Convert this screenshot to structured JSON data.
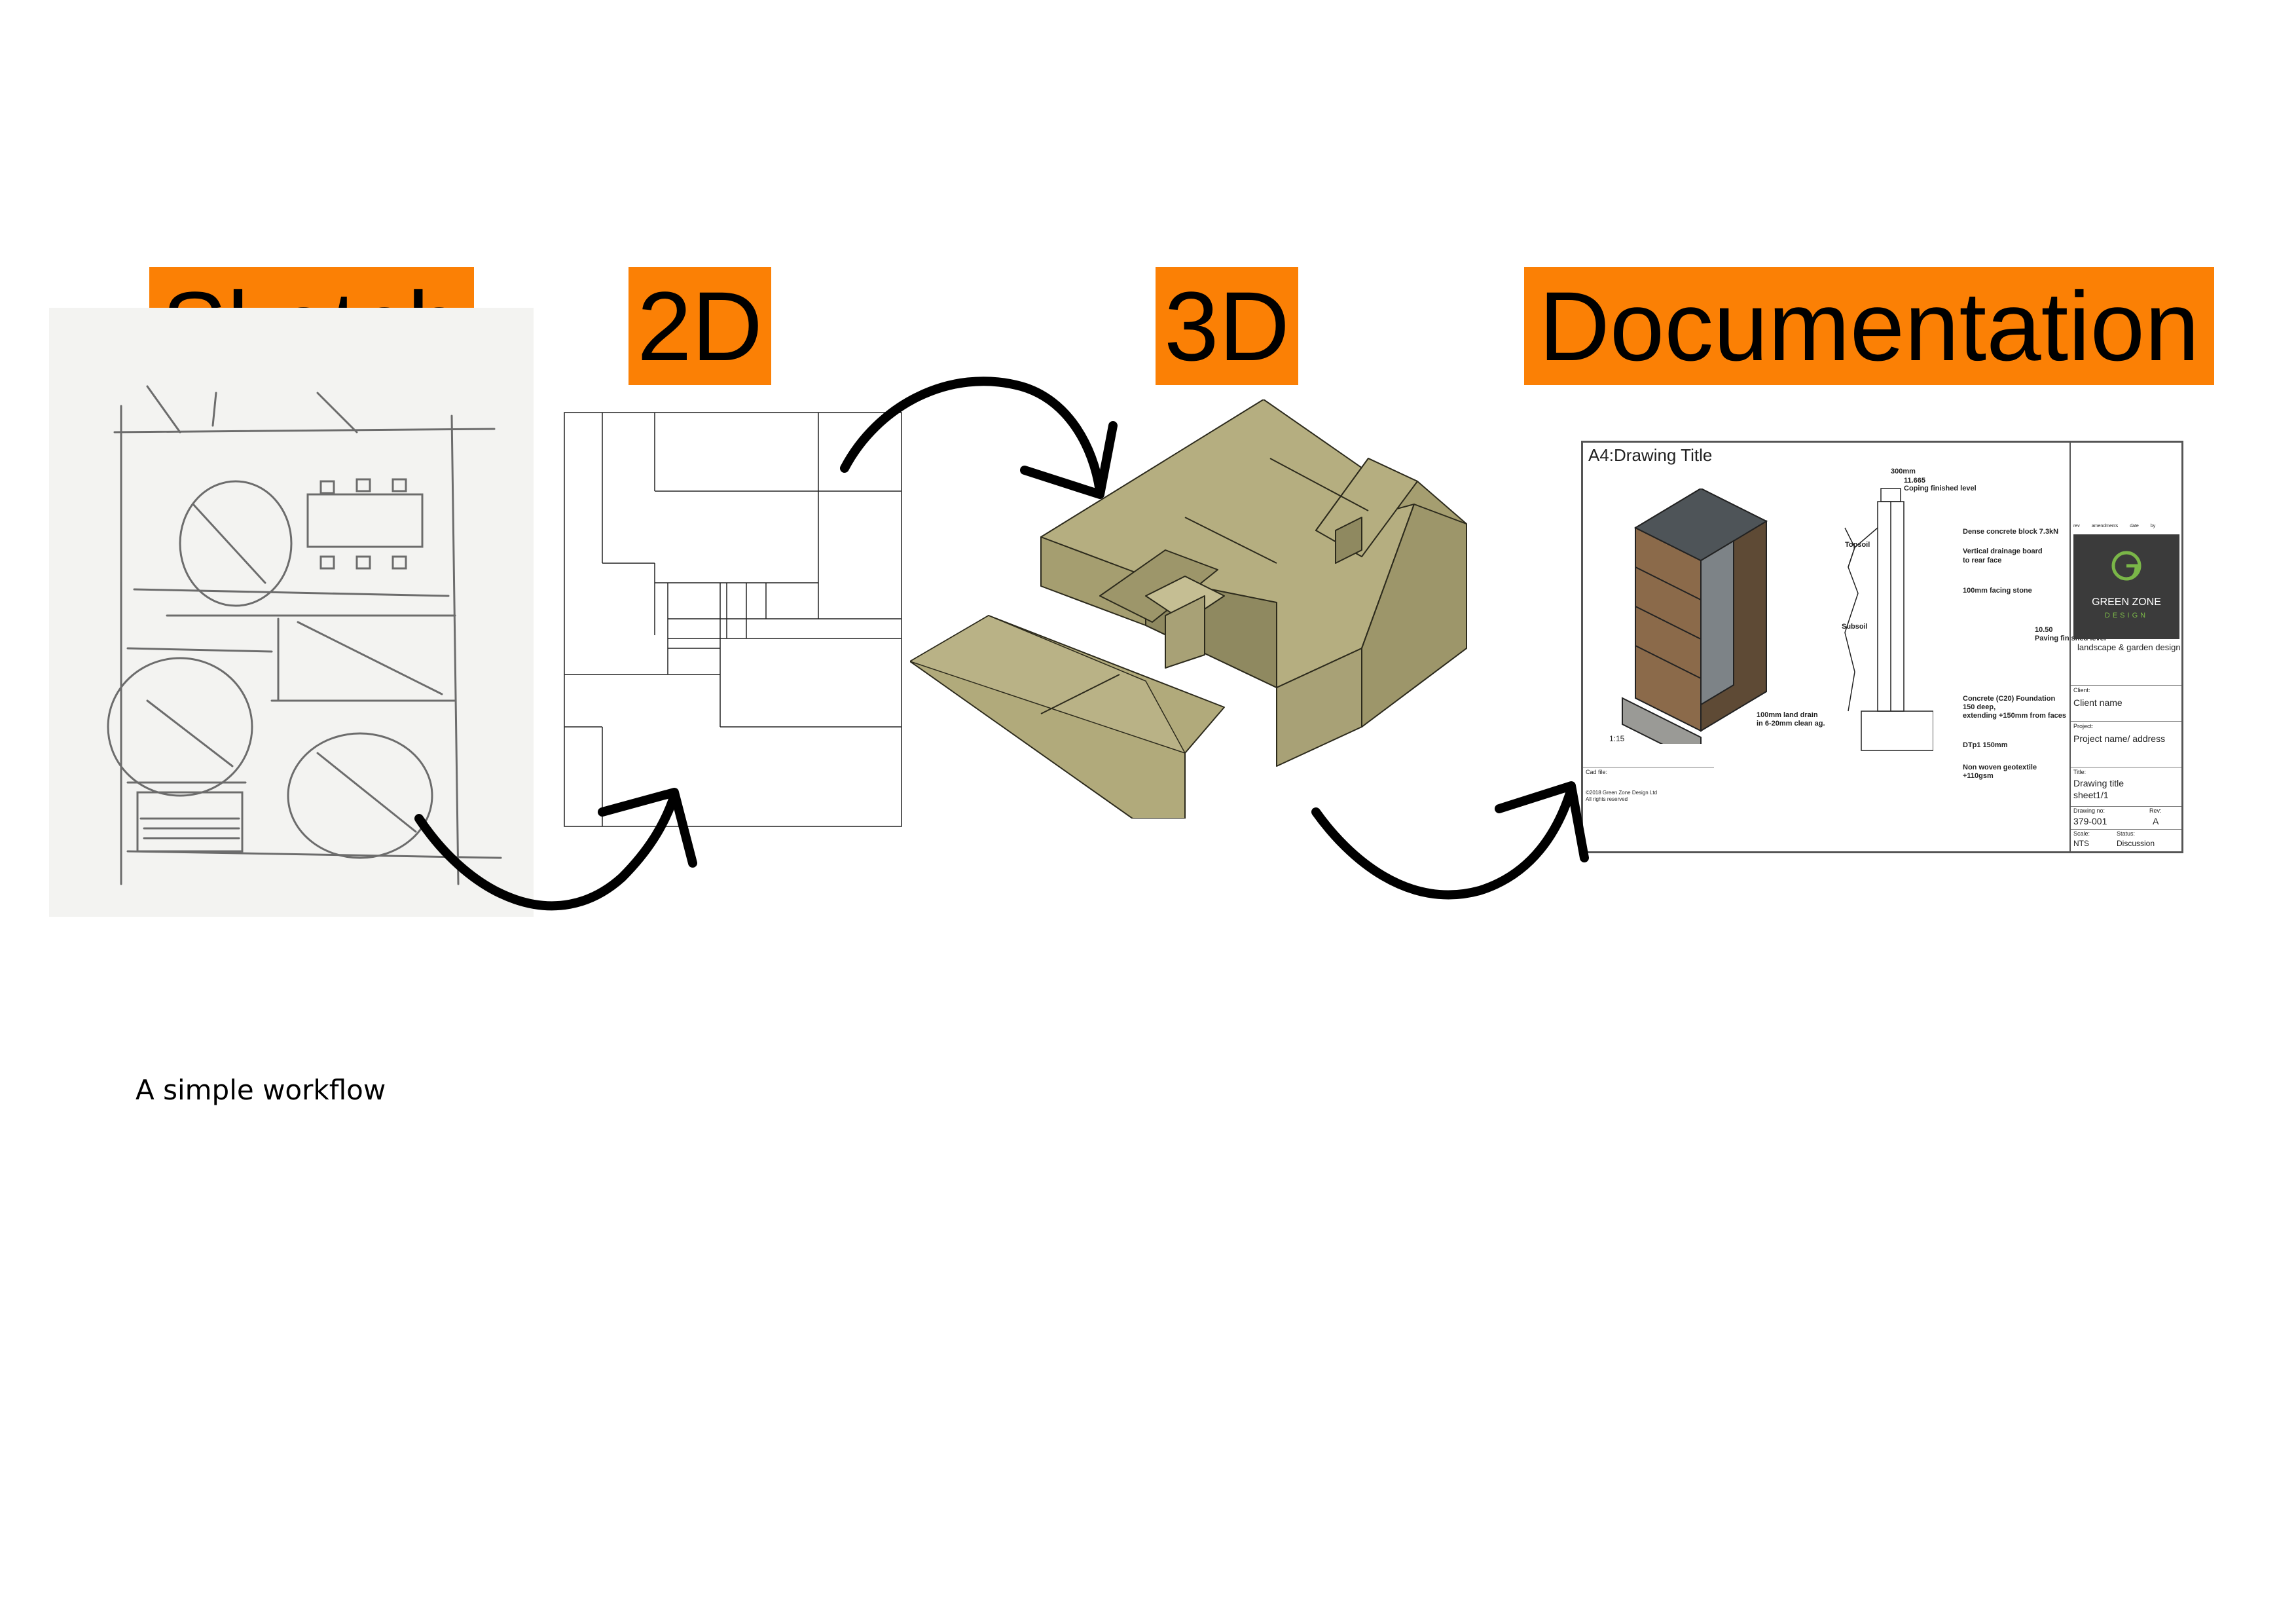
{
  "stages": {
    "sketch": "Sketch",
    "plan2d": "2D",
    "model3d": "3D",
    "documentation": "Documentation"
  },
  "caption": "A simple workflow",
  "colors": {
    "label_bg": "#fb8005",
    "model_fill": "#b1aa7b",
    "logo_bg": "#3b3b3b",
    "logo_green": "#7ab648"
  },
  "doc_sheet": {
    "title": "A4:Drawing Title",
    "scale_note": "1:15",
    "dims": {
      "width": "300mm",
      "coping_level": "11.665",
      "coping_label": "Coping finished level",
      "paving_level": "10.50",
      "paving_label": "Paving finished level"
    },
    "notes": [
      "Dense concrete block 7.3kN",
      "Vertical drainage board",
      "to rear face",
      "100mm facing stone",
      "Concrete (C20) Foundation",
      "150 deep,",
      "extending +150mm from faces",
      "DTp1 150mm",
      "Non woven geotextile",
      "+110gsm"
    ],
    "land_drain": [
      "100mm land drain",
      "in 6-20mm clean ag."
    ],
    "topsoil": "Topsoil",
    "subsoil": "Subsoil",
    "cad_file": "Cad file:",
    "copyright": [
      "©2018 Green Zone Design Ltd",
      "All rights reserved"
    ],
    "title_block": {
      "rev_header": [
        "rev",
        "amendments",
        "date",
        "by"
      ],
      "logo_line1": "GREEN ZONE",
      "logo_line2": "DESIGN",
      "tagline": "landscape & garden design",
      "client_label": "Client:",
      "client_value": "Client name",
      "project_label": "Project:",
      "project_value": "Project name/ address",
      "title_label": "Title:",
      "title_value1": "Drawing title",
      "title_value2": "sheet1/1",
      "drawing_no_label": "Drawing no:",
      "drawing_no_value": "379-001",
      "rev_label": "Rev:",
      "rev_value": "A",
      "scale_label": "Scale:",
      "scale_value": "NTS",
      "status_label": "Status:",
      "status_value": "Discussion"
    }
  }
}
